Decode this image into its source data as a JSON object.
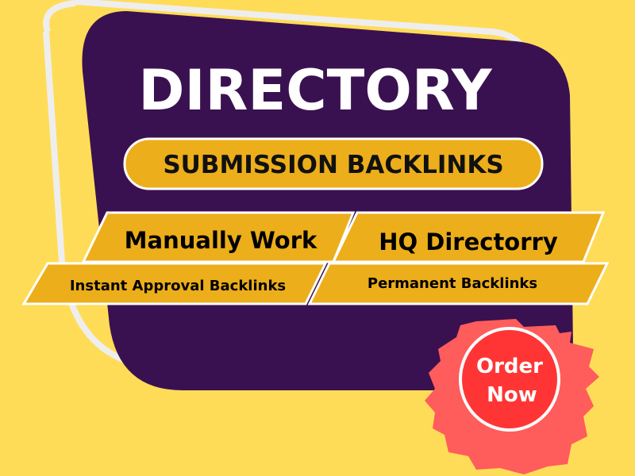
{
  "title": "DIRECTORY",
  "subtitle": "SUBMISSION BACKLINKS",
  "features": [
    "Manually Work",
    "HQ Directorry",
    "Instant Approval Backlinks",
    "Permanent Backlinks"
  ],
  "cta": {
    "line1": "Order",
    "line2": "Now"
  },
  "colors": {
    "background": "#FFDC58",
    "panel": "#3A1150",
    "gold": "#ECAE1A",
    "cta": "#FF3535",
    "splash": "#FF5C5C"
  }
}
